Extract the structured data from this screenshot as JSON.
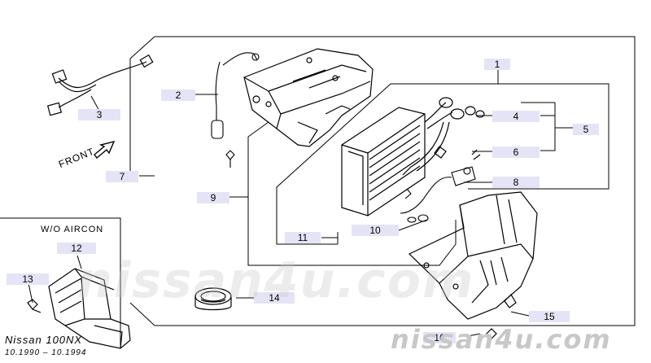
{
  "callouts": {
    "c1": "1",
    "c2": "2",
    "c3": "3",
    "c4": "4",
    "c5": "5",
    "c6": "6",
    "c7": "7",
    "c8": "8",
    "c9": "9",
    "c10": "10",
    "c11": "11",
    "c12": "12",
    "c13": "13",
    "c14": "14",
    "c15": "15",
    "c16": "16"
  },
  "labels": {
    "front": "FRONT",
    "wo_aircon": "W/O AIRCON",
    "model": "Nissan 100NX",
    "dates": "10.1990 – 10.1994"
  },
  "watermark": "nissan4u.com",
  "colors": {
    "callout_bg": "#e4e4f6",
    "line": "#000000",
    "watermark": "#c8c8c8"
  }
}
